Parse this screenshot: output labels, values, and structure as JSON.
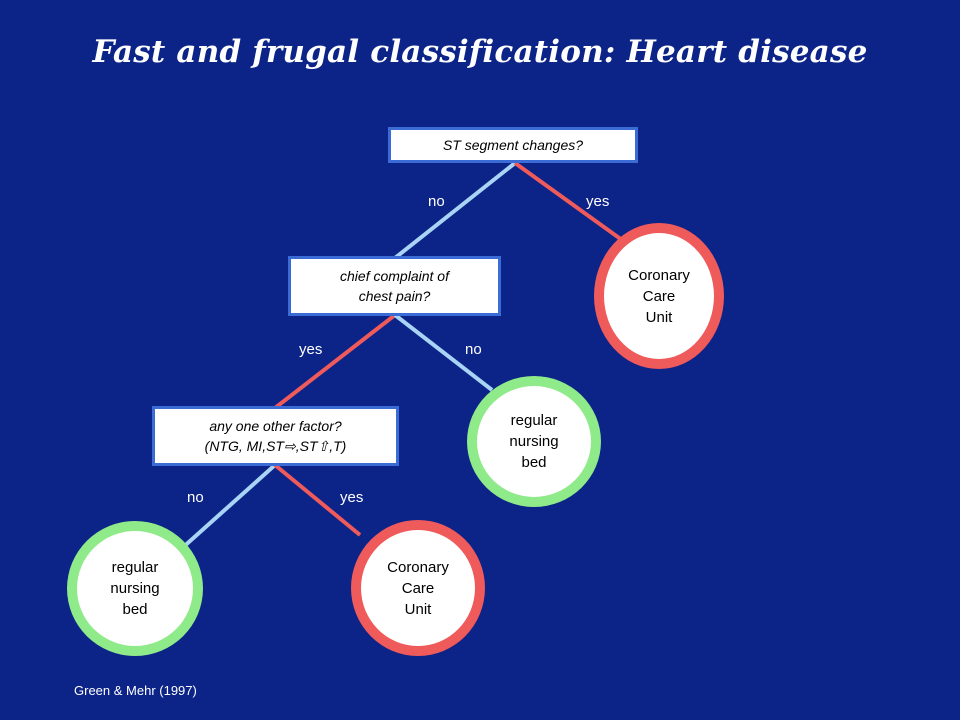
{
  "title": "Fast and frugal classification: Heart disease",
  "colors": {
    "background": "#0c2388",
    "no_edge": "#a9d4f5",
    "yes_edge": "#ef5a5a",
    "ccu_ring": "#ef5a5a",
    "nursing_ring": "#8fea8a",
    "box_border": "#3b6cd6"
  },
  "questions": {
    "q1": "ST segment changes?",
    "q2_line1": "chief complaint of",
    "q2_line2": "chest pain?",
    "q3_line1": "any one other factor?",
    "q3_line2": "(NTG, MI,ST⇨,ST⇧,T)"
  },
  "edge_labels": {
    "q1_no": "no",
    "q1_yes": "yes",
    "q2_yes": "yes",
    "q2_no": "no",
    "q3_no": "no",
    "q3_yes": "yes"
  },
  "leaves": {
    "ccu_top": [
      "Coronary",
      "Care",
      "Unit"
    ],
    "nursing_mid": [
      "regular",
      "nursing",
      "bed"
    ],
    "nursing_bottom": [
      "regular",
      "nursing",
      "bed"
    ],
    "ccu_bottom": [
      "Coronary",
      "Care",
      "Unit"
    ]
  },
  "credit": "Green & Mehr (1997)"
}
